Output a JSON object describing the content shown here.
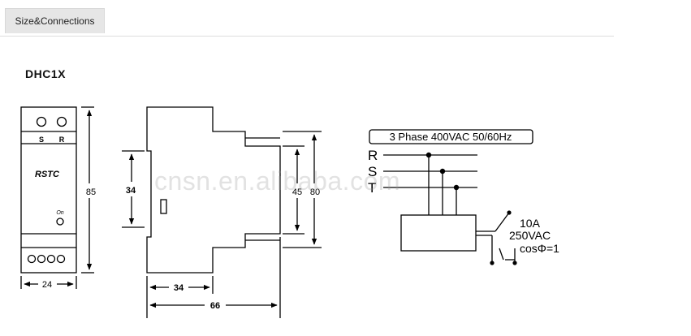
{
  "tab": {
    "label": "Size&Connections"
  },
  "model": "DHC1X",
  "watermark": "cnsn.en.alibaba.com",
  "front_view": {
    "terminal_labels": [
      "S",
      "R"
    ],
    "brand": "RSTC",
    "indicator_label": "On",
    "dim_height": "85",
    "dim_width": "24"
  },
  "side_view": {
    "dim_left": "34",
    "dim_right": "45",
    "dim_far_right": "80",
    "dim_bottom_short": "34",
    "dim_bottom_long": "66"
  },
  "wiring": {
    "header": "3 Phase 400VAC 50/60Hz",
    "phases": [
      "R",
      "S",
      "T"
    ],
    "rating_current": "10A",
    "rating_voltage": "250VAC",
    "power_factor": "cosΦ=1"
  }
}
